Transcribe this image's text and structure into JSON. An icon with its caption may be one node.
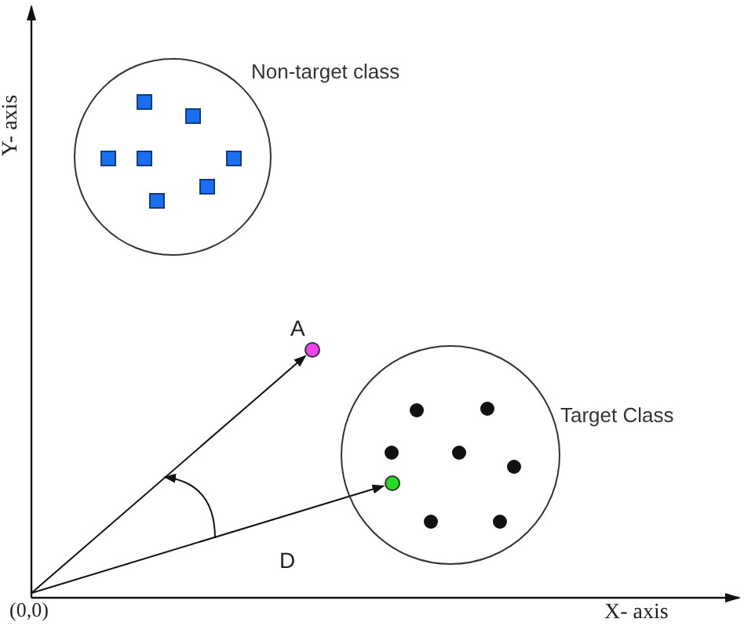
{
  "diagram": {
    "nodes": [
      {
        "text": [
          "Non-target class"
        ]
      },
      {
        "text": [
          "Target Class"
        ]
      },
      {
        "text": [],
        "shape": "circle",
        "in": 1
      },
      {
        "text": [
          "(0,0)"
        ]
      },
      {
        "text": [],
        "shape": "circle",
        "beside": [
          "A"
        ]
      }
    ],
    "edges": [
      {
        "from": 3,
        "to": 4,
        "arrow": "to"
      },
      {
        "from": 3,
        "to": 2,
        "arrow": "to"
      }
    ],
    "labels": [
      "Y- axis",
      "X- axis",
      "D"
    ]
  }
}
